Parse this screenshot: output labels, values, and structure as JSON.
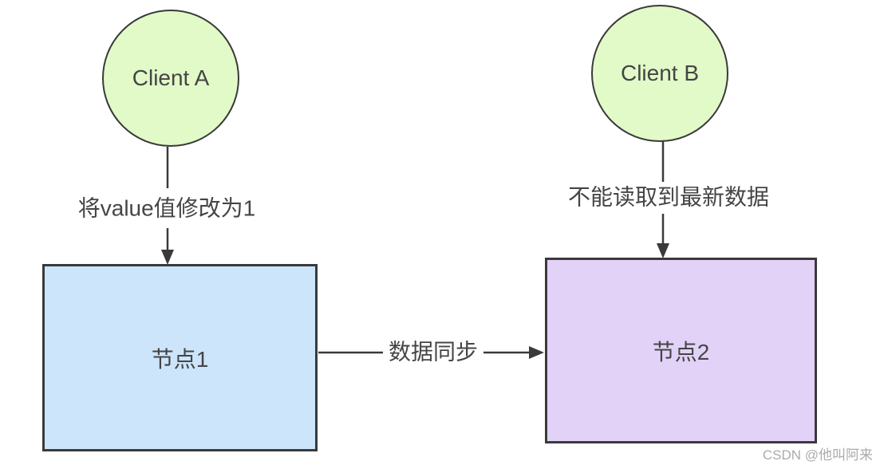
{
  "diagram": {
    "type": "flow-diagram",
    "colors": {
      "background": "#ffffff",
      "stroke": "#3a3a3a",
      "text": "#454545",
      "client_fill": "#e1fac8",
      "node1_fill": "#cce5fa",
      "node2_fill": "#e2d2f8",
      "watermark": "#a3a3a3"
    },
    "nodes": {
      "client_a": {
        "label": "Client A",
        "shape": "circle",
        "fill": "#e1fac8"
      },
      "client_b": {
        "label": "Client B",
        "shape": "circle",
        "fill": "#e1fac8"
      },
      "node_1": {
        "label": "节点1",
        "shape": "rect",
        "fill": "#cce5fa"
      },
      "node_2": {
        "label": "节点2",
        "shape": "rect",
        "fill": "#e2d2f8"
      }
    },
    "edges": {
      "client_a_to_node_1": {
        "label": "将value值修改为1",
        "direction": "down"
      },
      "client_b_to_node_2": {
        "label": "不能读取到最新数据",
        "direction": "down"
      },
      "node_1_to_node_2": {
        "label": "数据同步",
        "direction": "right"
      }
    },
    "watermark": {
      "text": "CSDN @他叫阿来"
    }
  }
}
